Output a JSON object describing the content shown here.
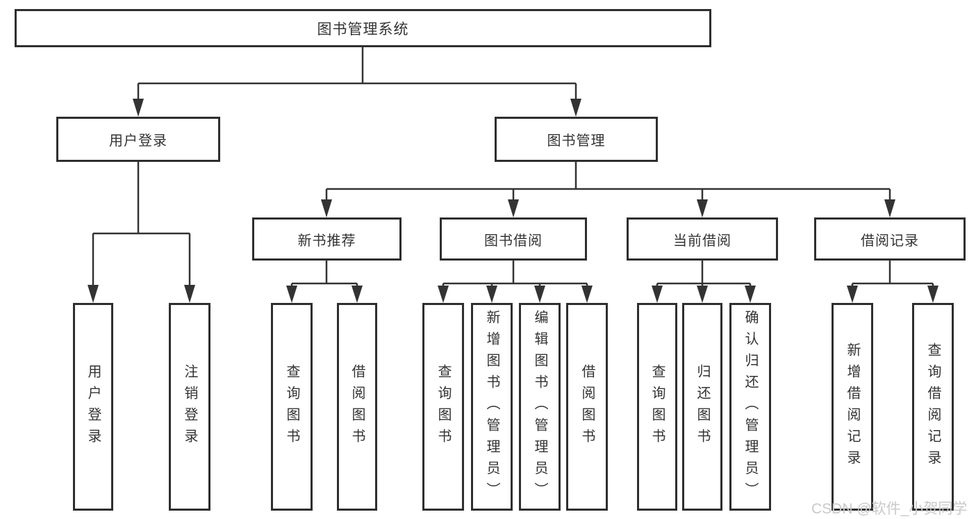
{
  "tree": {
    "root": {
      "label": "图书管理系统"
    },
    "branches": [
      {
        "label": "用户登录",
        "children": [
          {
            "label": "用户登录"
          },
          {
            "label": "注销登录"
          }
        ]
      },
      {
        "label": "图书管理",
        "children": [
          {
            "label": "新书推荐",
            "children": [
              {
                "label": "查询图书"
              },
              {
                "label": "借阅图书"
              }
            ]
          },
          {
            "label": "图书借阅",
            "children": [
              {
                "label": "查询图书"
              },
              {
                "label": "新增图书（管理员）"
              },
              {
                "label": "编辑图书（管理员）"
              },
              {
                "label": "借阅图书"
              }
            ]
          },
          {
            "label": "当前借阅",
            "children": [
              {
                "label": "查询图书"
              },
              {
                "label": "归还图书"
              },
              {
                "label": "确认归还（管理员）"
              }
            ]
          },
          {
            "label": "借阅记录",
            "children": [
              {
                "label": "新增借阅记录"
              },
              {
                "label": "查询借阅记录"
              }
            ]
          }
        ]
      }
    ]
  },
  "watermark": {
    "text": "CSDN @软件_小贺同学"
  },
  "colors": {
    "line": "#333333",
    "border": "#2e2e2e",
    "text": "#333333",
    "background": "#ffffff",
    "watermark": "#c9c9c9"
  }
}
